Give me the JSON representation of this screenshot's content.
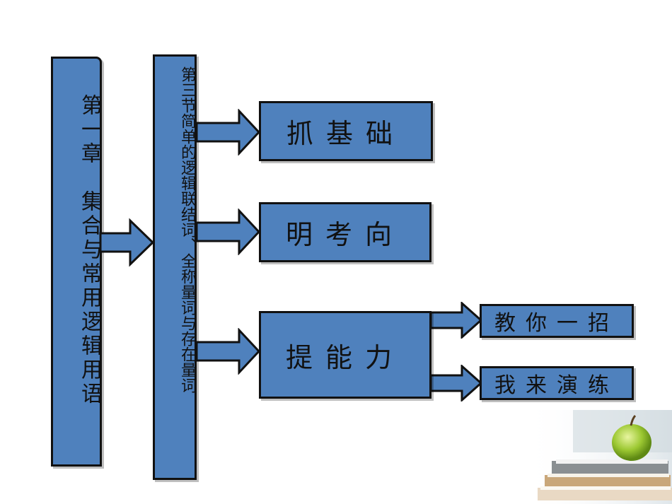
{
  "chapter": {
    "label": "第一章　集合与常用逻辑用语"
  },
  "section": {
    "label": "第三节简单的逻辑联结词、全称量词与存在量词"
  },
  "nodes": {
    "grasp_basics": "抓基础",
    "clarify_direction": "明考向",
    "improve_ability": "提能力",
    "teach_trick": "教你一招",
    "practice": "我来演练"
  },
  "colors": {
    "box_fill": "#4f81bd",
    "border": "#111111"
  }
}
